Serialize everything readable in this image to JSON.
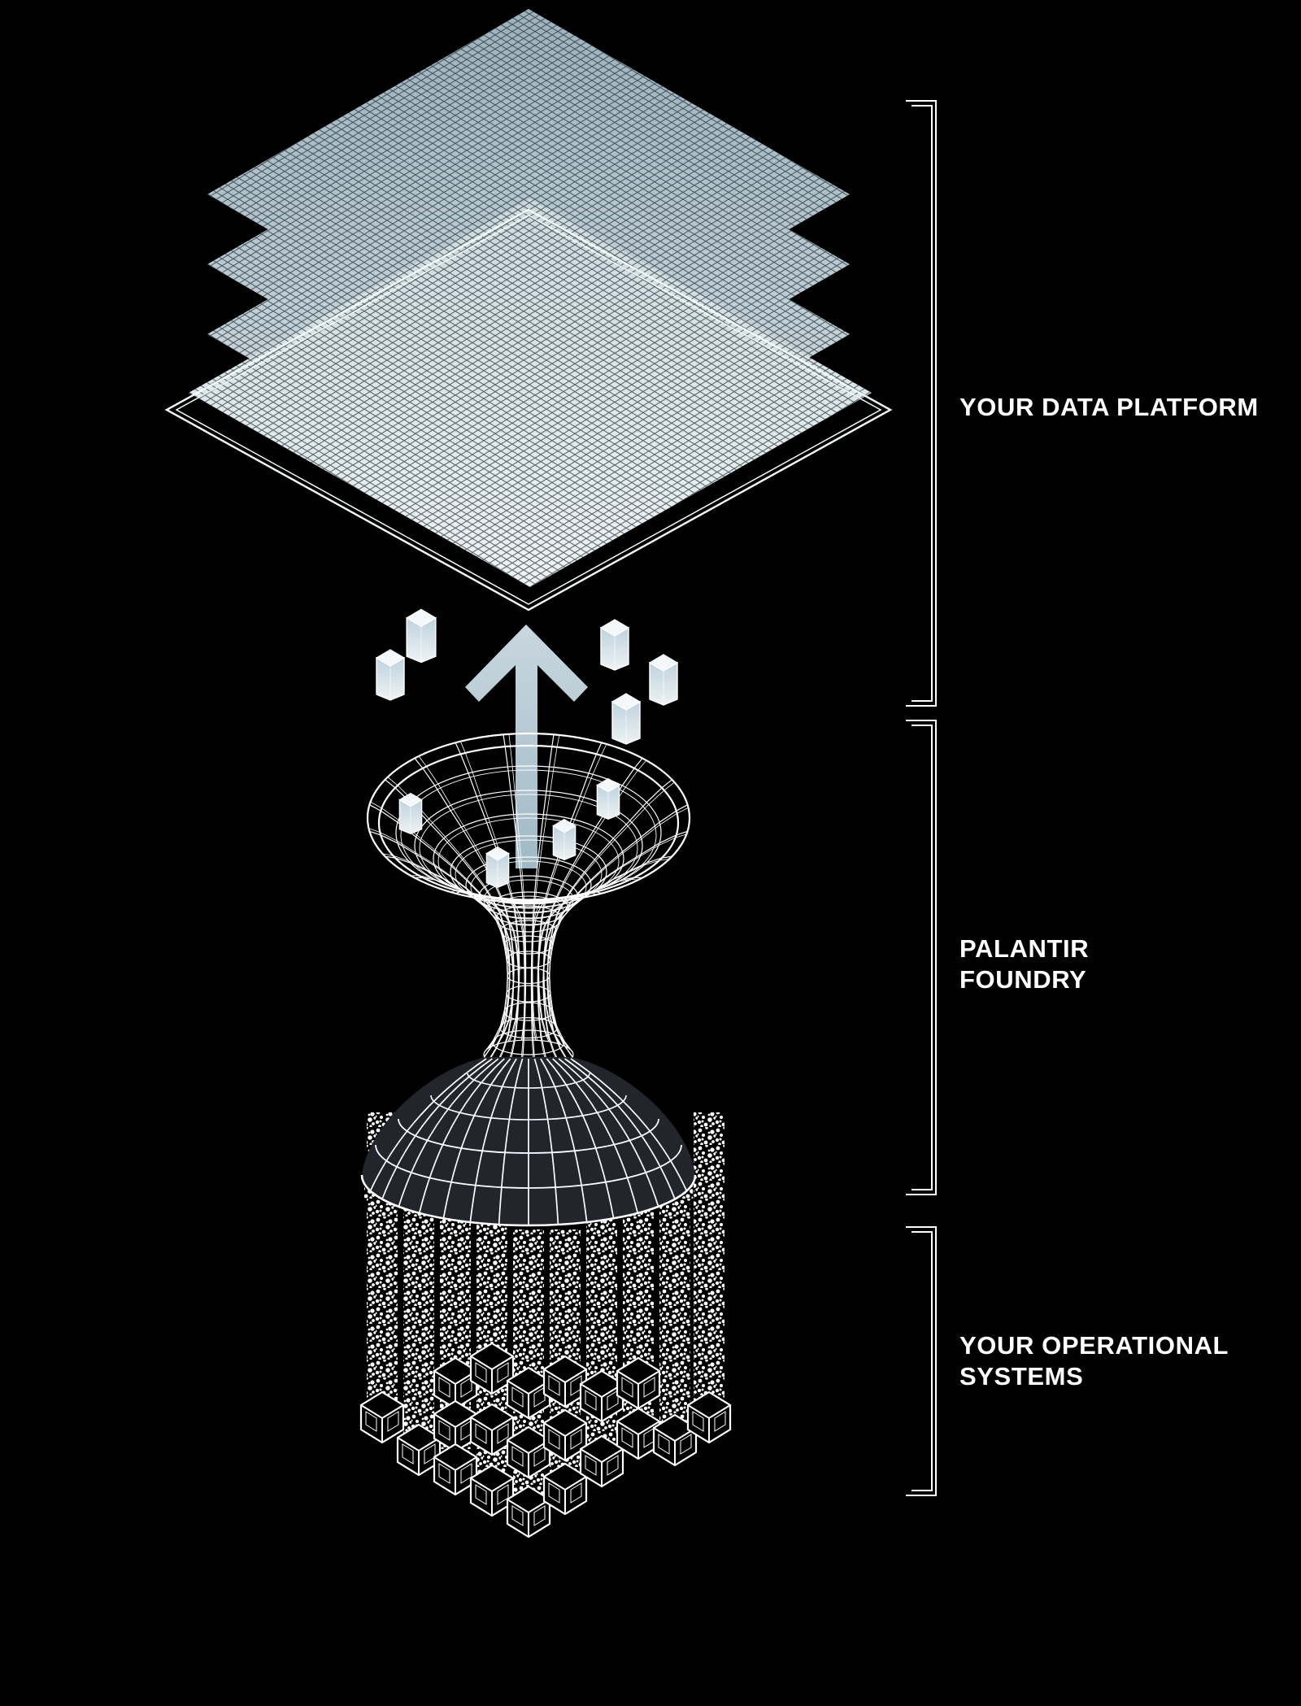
{
  "sections": [
    {
      "id": "your-data-platform",
      "lines": [
        "YOUR DATA PLATFORM"
      ]
    },
    {
      "id": "palantir-foundry",
      "lines": [
        "PALANTIR",
        "FOUNDRY"
      ]
    },
    {
      "id": "your-operational-systems",
      "lines": [
        "YOUR OPERATIONAL",
        "SYSTEMS"
      ]
    }
  ],
  "palette": {
    "background": "#000000",
    "label_text": "#ffffff",
    "bracket": "#ffffff",
    "wireframe": "#ffffff",
    "dome_fill": "#22262c",
    "arrow_top": "#c9d7de",
    "arrow_bottom": "#a0b9c6",
    "cube_body_top": "#bed2dc",
    "cube_body_bottom": "#eef3f5",
    "cube_top_face": "#f4f8fa",
    "layer_grid_line": "#223036",
    "layer_fills": [
      [
        "#9db2bd",
        "#c3d1d8"
      ],
      [
        "#a6bac4",
        "#ccd8de"
      ],
      [
        "#afc2cb",
        "#d8e1e5"
      ],
      [
        "#ccdade",
        "#eff3f4"
      ]
    ],
    "outline_frame": "#f5fafb",
    "speckle": "#ffffff"
  },
  "diagram": {
    "arrow_direction": "up",
    "platform_layer_count": 4,
    "stream_count": 10
  }
}
